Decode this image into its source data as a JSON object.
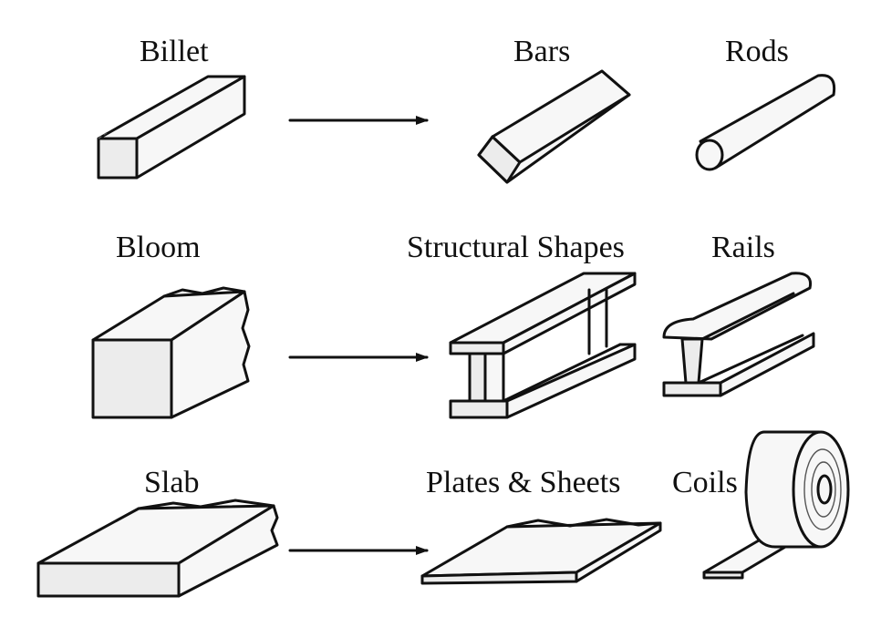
{
  "diagram": {
    "rows": [
      {
        "source": "Billet",
        "products": [
          "Bars",
          "Rods"
        ]
      },
      {
        "source": "Bloom",
        "products": [
          "Structural Shapes",
          "Rails"
        ]
      },
      {
        "source": "Slab",
        "products": [
          "Plates & Sheets",
          "Coils"
        ]
      }
    ]
  }
}
